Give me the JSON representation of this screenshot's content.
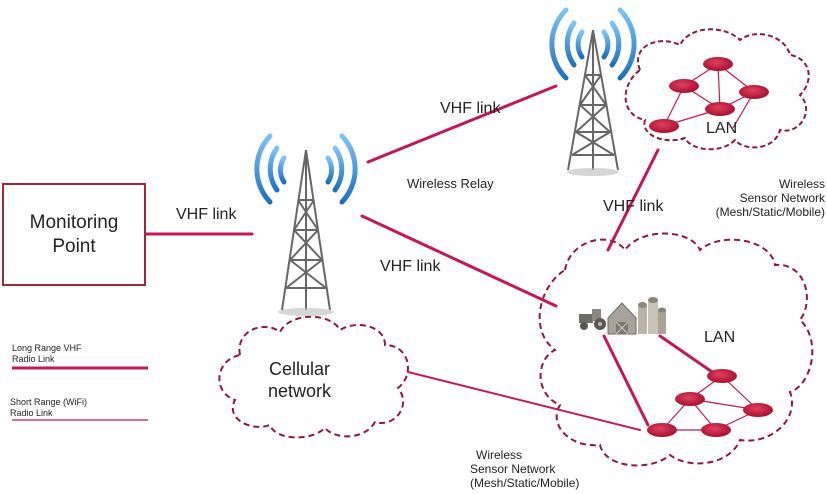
{
  "monitoring_point": [
    "Monitoring",
    "Point"
  ],
  "links": {
    "vhf_link_monitor": "VHF link",
    "vhf_link_relay": "VHF link",
    "vhf_link_farm": "VHF link",
    "vhf_link_wsn": "VHF link"
  },
  "relay_label": "Wireless Relay",
  "lan_top": "LAN",
  "lan_bottom": "LAN",
  "cellular": [
    "Cellular",
    "network"
  ],
  "wsn_top": [
    "Wireless",
    "Sensor Network",
    "(Mesh/Static/Mobile)"
  ],
  "wsn_bottom": [
    "Wireless",
    "Sensor Network",
    "(Mesh/Static/Mobile)"
  ],
  "legend": {
    "long_range": [
      "Long Range VHF",
      "Radio Link"
    ],
    "short_range": [
      "Short Range (WiFi)",
      "Radio Link"
    ]
  },
  "colors": {
    "link": "#c2185b",
    "cloud_border": "#8b1a3a",
    "node_fill": "#c2123c",
    "tower": "#666666",
    "signal": "#2e8fd8"
  }
}
